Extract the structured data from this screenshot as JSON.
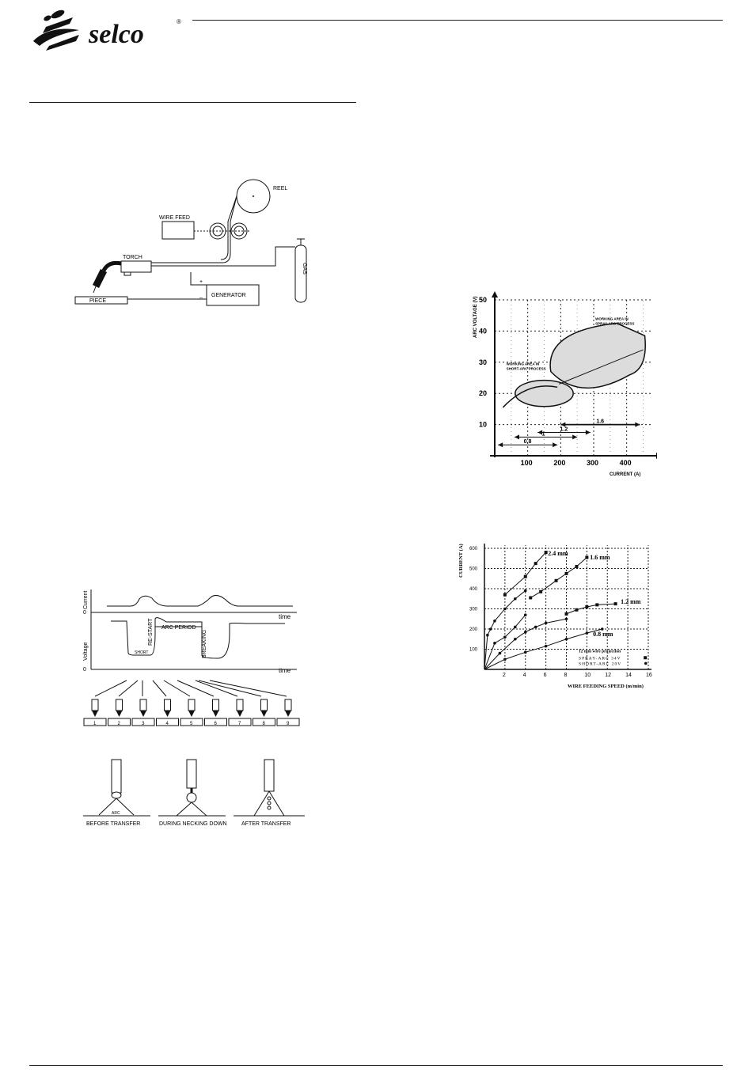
{
  "header": {
    "brand": "selco",
    "registered": "®"
  },
  "mig_diagram": {
    "reel": "REEL",
    "wire_feed": "WIRE FEED",
    "torch": "TORCH",
    "gas": "GAS",
    "generator": "GENERATOR",
    "piece": "PIECE",
    "plus": "+",
    "minus": "–"
  },
  "short_arc_diagram": {
    "current_label": "Current",
    "voltage_label": "Voltage",
    "zero": "0",
    "time_1": "time",
    "time_2": "time",
    "restart": "RE-START",
    "arc_period": "ARC PERIOD",
    "breaking": "BREAKING",
    "short": "SHORT",
    "steps": [
      "1",
      "2",
      "3",
      "4",
      "5",
      "6",
      "7",
      "8",
      "9"
    ]
  },
  "transfer_stages": {
    "arc": "ARC",
    "labels": [
      "BEFORE TRANSFER",
      "DURING NECKING DOWN",
      "AFTER TRANSFER"
    ]
  },
  "chart_data": [
    {
      "type": "area",
      "xlabel": "CURRENT (A)",
      "ylabel": "ARC VOLTAGE (V)",
      "xticks": [
        100,
        200,
        300,
        400
      ],
      "yticks": [
        10,
        20,
        30,
        40,
        50
      ],
      "xlim": [
        0,
        480
      ],
      "ylim": [
        0,
        50
      ],
      "grid": true,
      "annotations": [
        "WORKING AREA IN SPRAY-ARC PROCESS",
        "WORKING AREA IN SHORT-ARC PROCESS"
      ],
      "series": [
        {
          "name": "WORKING AREA IN SHORT-ARC PROCESS",
          "region_center": [
            150,
            20
          ]
        },
        {
          "name": "WORKING AREA IN SPRAY-ARC PROCESS",
          "region_center": [
            340,
            31
          ]
        }
      ],
      "ranges": [
        {
          "label": "1.6",
          "x": [
            200,
            440
          ],
          "y": 10
        },
        {
          "label": "1.2",
          "x": [
            130,
            290
          ],
          "y": 7.5
        },
        {
          "label": "1",
          "x": [
            60,
            250
          ],
          "y": 6
        },
        {
          "label": "0.8",
          "x": [
            10,
            190
          ],
          "y": 3.5
        }
      ]
    },
    {
      "type": "line",
      "xlabel": "WIRE FEEDING SPEED (m/min)",
      "ylabel": "CURRENT (A)",
      "xticks": [
        2,
        4,
        6,
        8,
        10,
        12,
        14,
        16
      ],
      "yticks": [
        100,
        200,
        300,
        400,
        500,
        600
      ],
      "xlim": [
        0,
        16
      ],
      "ylim": [
        0,
        600
      ],
      "grid": true,
      "legend": {
        "title": "12 mm wire projection",
        "spray": "SPRAY-ARC 34V",
        "short": "SHORT-ARC 20V"
      },
      "series": [
        {
          "name": "2.4 mm",
          "short_arc": {
            "x": [
              0.3,
              0.6,
              1.0,
              2.0,
              3.0,
              4.0
            ],
            "y": [
              170,
              200,
              240,
              300,
              350,
              390
            ]
          },
          "spray_arc": {
            "x": [
              2.0,
              4.0,
              5.0,
              6.0
            ],
            "y": [
              370,
              460,
              525,
              580
            ]
          }
        },
        {
          "name": "1.6 mm",
          "short_arc": {
            "x": [
              1.0,
              2.0,
              3.0,
              4.0
            ],
            "y": [
              130,
              160,
              210,
              270
            ]
          },
          "spray_arc": {
            "x": [
              4.5,
              5.5,
              7.0,
              8.0,
              9.0,
              10.0
            ],
            "y": [
              355,
              385,
              440,
              475,
              510,
              555
            ]
          }
        },
        {
          "name": "1.2 mm",
          "short_arc": {
            "x": [
              1.5,
              3.0,
              4.0,
              5.0,
              6.0,
              8.0
            ],
            "y": [
              80,
              150,
              185,
              210,
              230,
              250
            ]
          },
          "spray_arc": {
            "x": [
              8.0,
              9.0,
              10.0,
              11.0,
              12.8
            ],
            "y": [
              275,
              295,
              310,
              320,
              325
            ]
          }
        },
        {
          "name": "0.8 mm",
          "short_arc": {
            "x": [
              2.0,
              4.0,
              6.0,
              8.0,
              10.0,
              11.5
            ],
            "y": [
              50,
              85,
              115,
              150,
              180,
              200
            ]
          }
        }
      ]
    }
  ]
}
